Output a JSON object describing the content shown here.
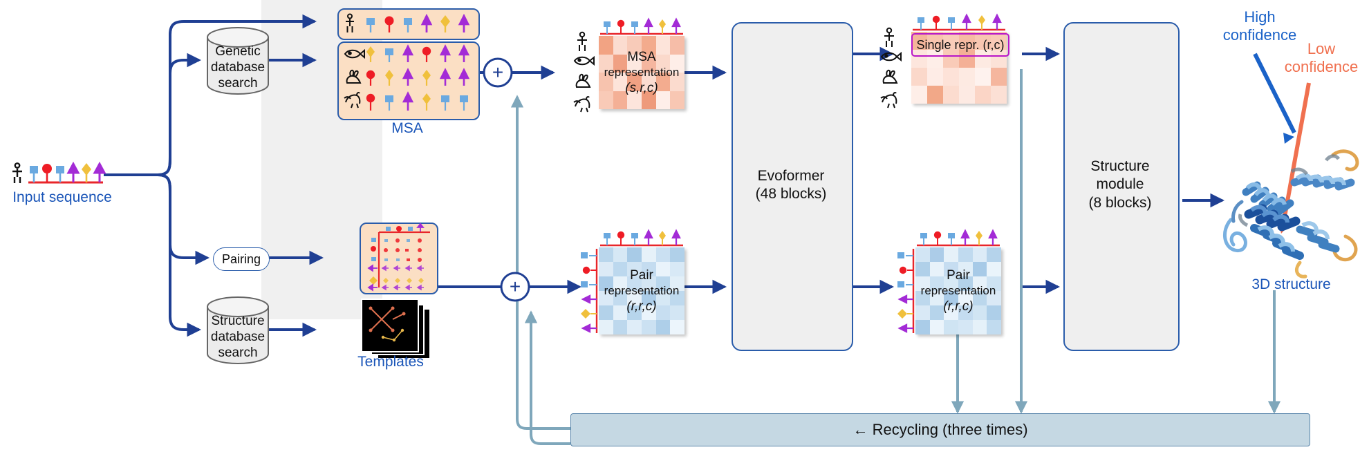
{
  "figure": {
    "kind": "alphafold-architecture-diagram",
    "title": ""
  },
  "nodes": {
    "input_sequence_label": "Input sequence",
    "genetic_db": "Genetic\ndatabase\nsearch",
    "genetic_db_lines": [
      "Genetic",
      "database",
      "search"
    ],
    "pairing": "Pairing",
    "structure_db_lines": [
      "Structure",
      "database",
      "search"
    ],
    "msa_label": "MSA",
    "templates_label": "Templates",
    "msa_representation": {
      "line1": "MSA",
      "line2": "representation",
      "line3": "(s,r,c)"
    },
    "pair_representation_left": {
      "line1": "Pair",
      "line2": "representation",
      "line3": "(r,r,c)"
    },
    "pair_representation_right": {
      "line1": "Pair",
      "line2": "representation",
      "line3": "(r,r,c)"
    },
    "evoformer": {
      "line1": "Evoformer",
      "line2": "(48 blocks)"
    },
    "single_repr": "Single repr. (r,c)",
    "structure_module": {
      "line1": "Structure",
      "line2": "module",
      "line3": "(8 blocks)"
    },
    "structure_3d_label": "3D structure",
    "high_confidence_lines": [
      "High",
      "confidence"
    ],
    "low_confidence_lines": [
      "Low",
      "confidence"
    ],
    "recycling": "← Recycling (three times)",
    "plus_symbol": "+"
  },
  "colors": {
    "arrow_dark_blue": "#1f3f93",
    "label_blue": "#1a55b8",
    "recycle_teal": "#7fa7bb",
    "recycle_fill": "#c5d8e3",
    "msa_panel_fill": "#fbdfc4",
    "panel_gray": "#f0f0f0",
    "block_fill": "#efefef",
    "block_border": "#2a5caa",
    "single_repr_border": "#b816c8",
    "high_confidence": "#1a62c8",
    "low_confidence": "#f0704f",
    "seq_axis_red": "#e8262a",
    "sym_blue": "#6aa9e0",
    "sym_red": "#ee1c25",
    "sym_purple": "#a32bd6",
    "sym_gold": "#f0c03c"
  },
  "sequence_symbols": {
    "input": [
      "square",
      "circle",
      "square",
      "arrow",
      "diamond",
      "arrow"
    ],
    "msa_query_row": [
      "square",
      "circle",
      "square",
      "arrow",
      "diamond",
      "arrow"
    ],
    "msa_rows": [
      {
        "organism": "fish",
        "symbols": [
          "diamond",
          "square",
          "arrow",
          "circle",
          "arrow",
          "arrow"
        ]
      },
      {
        "organism": "rabbit",
        "symbols": [
          "circle",
          "diamond",
          "arrow",
          "diamond",
          "arrow",
          "arrow"
        ]
      },
      {
        "organism": "rooster",
        "symbols": [
          "circle",
          "square",
          "arrow",
          "diamond",
          "square",
          "square"
        ]
      }
    ],
    "organisms_column": [
      "human",
      "fish",
      "rabbit",
      "rooster"
    ]
  },
  "icons": {
    "human": "human-icon",
    "fish": "fish-icon",
    "rabbit": "rabbit-icon",
    "rooster": "rooster-icon",
    "database": "database-cylinder-icon",
    "plus": "plus-icon"
  },
  "chart_data": {
    "type": "heatmap",
    "panels": [
      {
        "name": "MSA representation (s,r,c)",
        "rows": 4,
        "cols": 6,
        "palette": "salmon",
        "values": [
          [
            0.55,
            0.22,
            0.3,
            0.45,
            0.18,
            0.38
          ],
          [
            0.25,
            0.5,
            0.15,
            0.42,
            0.28,
            0.12
          ],
          [
            0.4,
            0.18,
            0.55,
            0.2,
            0.48,
            0.22
          ],
          [
            0.35,
            0.46,
            0.2,
            0.58,
            0.12,
            0.3
          ]
        ]
      },
      {
        "name": "Single repr. (r,c)",
        "rows": 4,
        "cols": 6,
        "palette": "salmon",
        "values": [
          [
            0.5,
            0.45,
            0.4,
            0.48,
            0.44,
            0.42
          ],
          [
            0.18,
            0.14,
            0.42,
            0.5,
            0.16,
            0.2
          ],
          [
            0.28,
            0.16,
            0.22,
            0.18,
            0.12,
            0.46
          ],
          [
            0.14,
            0.52,
            0.24,
            0.16,
            0.3,
            0.22
          ]
        ]
      },
      {
        "name": "Pair representation (r,r,c) left",
        "rows": 6,
        "cols": 6,
        "palette": "blue",
        "values": [
          [
            0.42,
            0.3,
            0.52,
            0.2,
            0.34,
            0.48
          ],
          [
            0.22,
            0.46,
            0.26,
            0.38,
            0.18,
            0.3
          ],
          [
            0.5,
            0.18,
            0.36,
            0.28,
            0.44,
            0.22
          ],
          [
            0.24,
            0.38,
            0.2,
            0.5,
            0.26,
            0.4
          ],
          [
            0.46,
            0.22,
            0.44,
            0.18,
            0.36,
            0.28
          ],
          [
            0.2,
            0.42,
            0.24,
            0.34,
            0.48,
            0.18
          ]
        ]
      },
      {
        "name": "Pair representation (r,r,c) right",
        "rows": 6,
        "cols": 6,
        "palette": "blue",
        "values": [
          [
            0.3,
            0.48,
            0.22,
            0.4,
            0.26,
            0.44
          ],
          [
            0.46,
            0.2,
            0.38,
            0.24,
            0.5,
            0.18
          ],
          [
            0.22,
            0.36,
            0.28,
            0.46,
            0.2,
            0.34
          ],
          [
            0.4,
            0.24,
            0.5,
            0.18,
            0.42,
            0.26
          ],
          [
            0.26,
            0.44,
            0.2,
            0.36,
            0.3,
            0.48
          ],
          [
            0.48,
            0.18,
            0.34,
            0.28,
            0.22,
            0.4
          ]
        ]
      },
      {
        "name": "Pairing matrix",
        "rows": 6,
        "cols": 6,
        "palette": "symbols"
      }
    ]
  }
}
